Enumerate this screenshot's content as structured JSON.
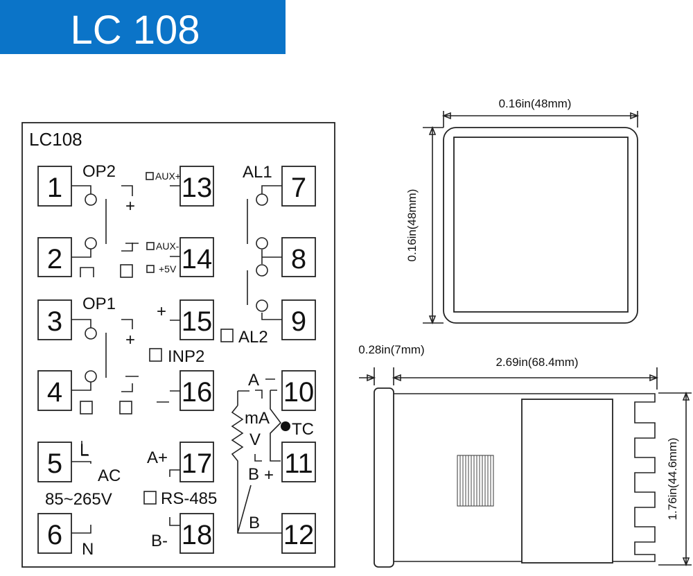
{
  "banner": {
    "title": "LC 108",
    "color": "#0b74c8"
  },
  "wiring": {
    "model": "LC108",
    "terminals": [
      "1",
      "2",
      "3",
      "4",
      "5",
      "6",
      "7",
      "8",
      "9",
      "10",
      "11",
      "12",
      "13",
      "14",
      "15",
      "16",
      "17",
      "18"
    ],
    "labels": {
      "op2": "OP2",
      "op1": "OP1",
      "al1": "AL1",
      "al2": "AL2",
      "aux_plus": "AUX+",
      "aux_minus": "AUX-",
      "plus5v": "+5V",
      "inp2": "INP2",
      "ac": "AC",
      "voltage": "85~265V",
      "l": "L",
      "n": "N",
      "a_plus": "A+",
      "b_minus": "B-",
      "rs485": "RS-485",
      "a": "A",
      "ma": "mA",
      "v": "V",
      "tc": "TC",
      "b_plus": "B",
      "b": "B",
      "plus": "+",
      "minus": "−"
    }
  },
  "dimensions": {
    "front_width": "0.16in(48mm)",
    "front_height": "0.16in(48mm)",
    "bezel_depth": "0.28in(7mm)",
    "body_depth": "2.69in(68.4mm)",
    "body_height": "1.76in(44.6mm)"
  }
}
